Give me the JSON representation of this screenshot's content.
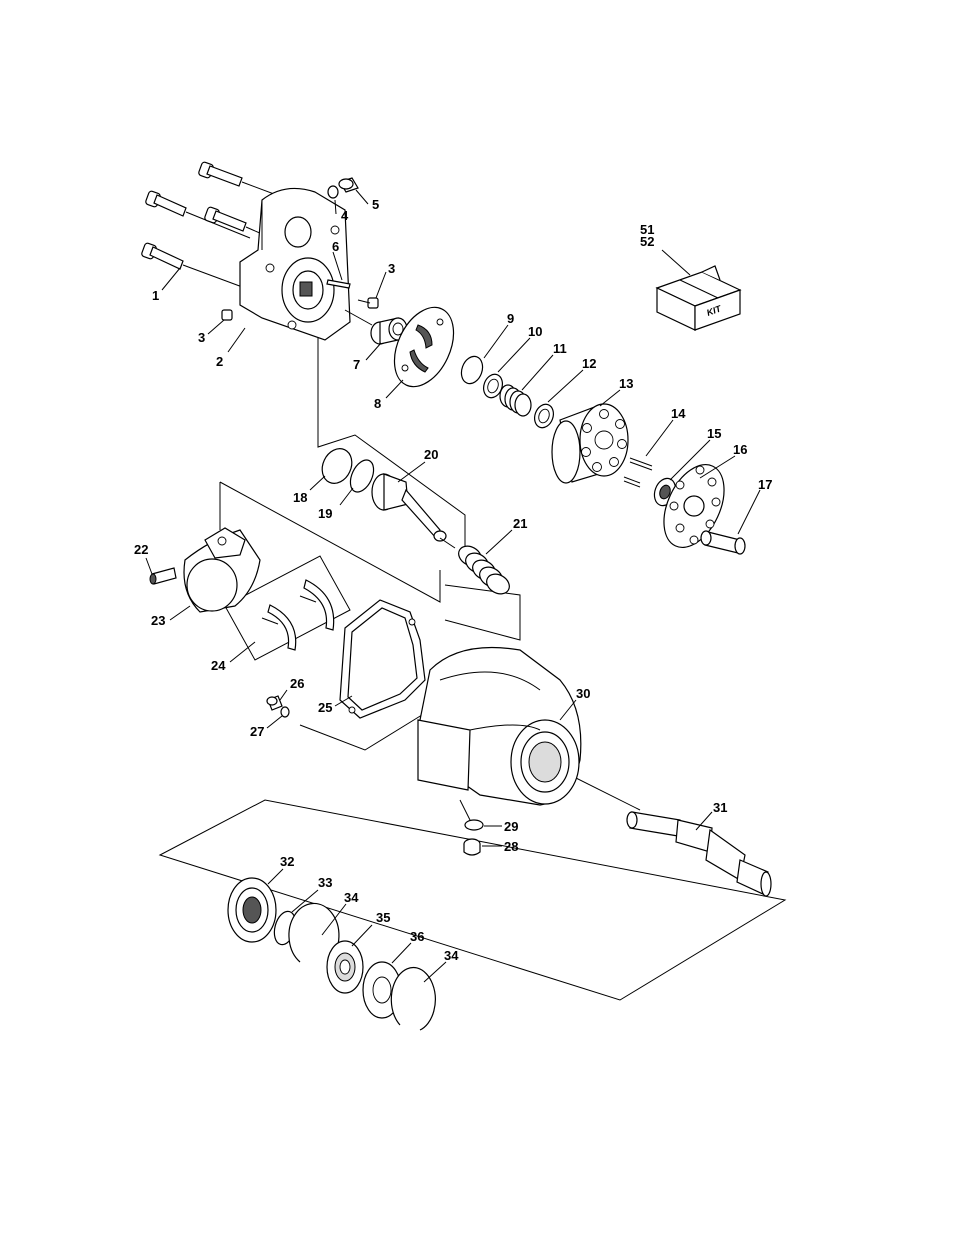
{
  "diagram": {
    "kit_box_text": "KIT",
    "callouts": [
      {
        "id": "c1",
        "text": "1"
      },
      {
        "id": "c2",
        "text": "2"
      },
      {
        "id": "c3a",
        "text": "3"
      },
      {
        "id": "c3b",
        "text": "3"
      },
      {
        "id": "c4",
        "text": "4"
      },
      {
        "id": "c5",
        "text": "5"
      },
      {
        "id": "c6",
        "text": "6"
      },
      {
        "id": "c7",
        "text": "7"
      },
      {
        "id": "c8",
        "text": "8"
      },
      {
        "id": "c9",
        "text": "9"
      },
      {
        "id": "c10",
        "text": "10"
      },
      {
        "id": "c11",
        "text": "11"
      },
      {
        "id": "c12",
        "text": "12"
      },
      {
        "id": "c13",
        "text": "13"
      },
      {
        "id": "c14",
        "text": "14"
      },
      {
        "id": "c15",
        "text": "15"
      },
      {
        "id": "c16",
        "text": "16"
      },
      {
        "id": "c17",
        "text": "17"
      },
      {
        "id": "c18",
        "text": "18"
      },
      {
        "id": "c19",
        "text": "19"
      },
      {
        "id": "c20",
        "text": "20"
      },
      {
        "id": "c21",
        "text": "21"
      },
      {
        "id": "c22",
        "text": "22"
      },
      {
        "id": "c23",
        "text": "23"
      },
      {
        "id": "c24",
        "text": "24"
      },
      {
        "id": "c25",
        "text": "25"
      },
      {
        "id": "c26",
        "text": "26"
      },
      {
        "id": "c27",
        "text": "27"
      },
      {
        "id": "c28",
        "text": "28"
      },
      {
        "id": "c29",
        "text": "29"
      },
      {
        "id": "c30",
        "text": "30"
      },
      {
        "id": "c31",
        "text": "31"
      },
      {
        "id": "c32",
        "text": "32"
      },
      {
        "id": "c33",
        "text": "33"
      },
      {
        "id": "c34a",
        "text": "34"
      },
      {
        "id": "c34b",
        "text": "34"
      },
      {
        "id": "c35",
        "text": "35"
      },
      {
        "id": "c36",
        "text": "36"
      },
      {
        "id": "c51",
        "text": "51"
      },
      {
        "id": "c52",
        "text": "52"
      }
    ]
  }
}
